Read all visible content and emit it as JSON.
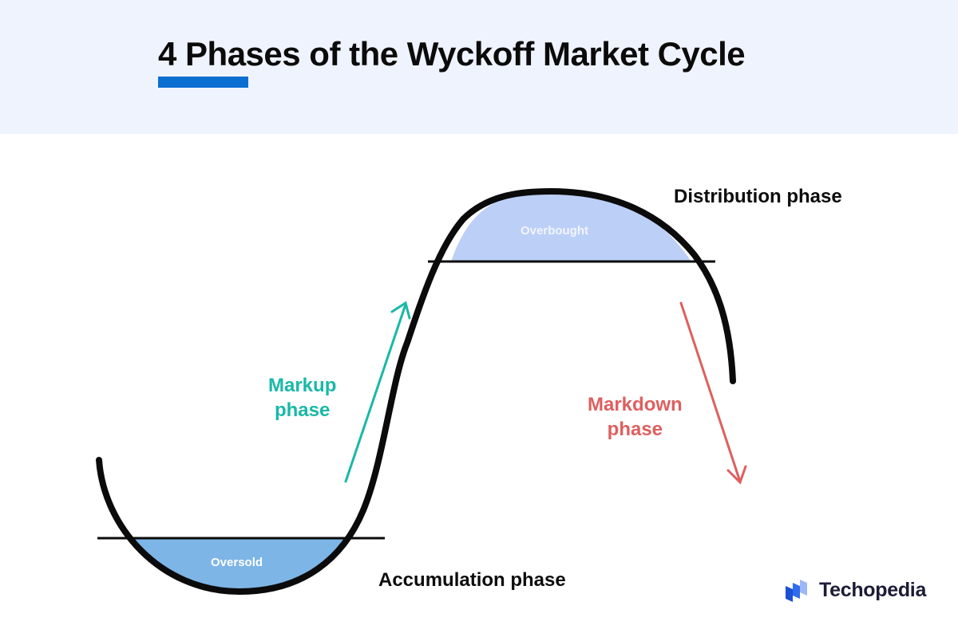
{
  "header": {
    "title": "4 Phases of the Wyckoff Market Cycle",
    "accent_color": "#0a6fd1",
    "background_color": "#eff3fd"
  },
  "diagram": {
    "phases": {
      "accumulation": "Accumulation phase",
      "markup_line1": "Markup",
      "markup_line2": "phase",
      "distribution": "Distribution phase",
      "markdown_line1": "Markdown",
      "markdown_line2": "phase"
    },
    "regions": {
      "oversold": "Oversold",
      "overbought": "Overbought"
    },
    "colors": {
      "curve": "#0b0b0b",
      "oversold_fill": "#7db5e6",
      "overbought_fill": "#bccff7",
      "markup_arrow": "#19b8a7",
      "markdown_arrow": "#de5f5f"
    }
  },
  "brand": {
    "name": "Techopedia",
    "icon": "techopedia-logo-icon"
  }
}
